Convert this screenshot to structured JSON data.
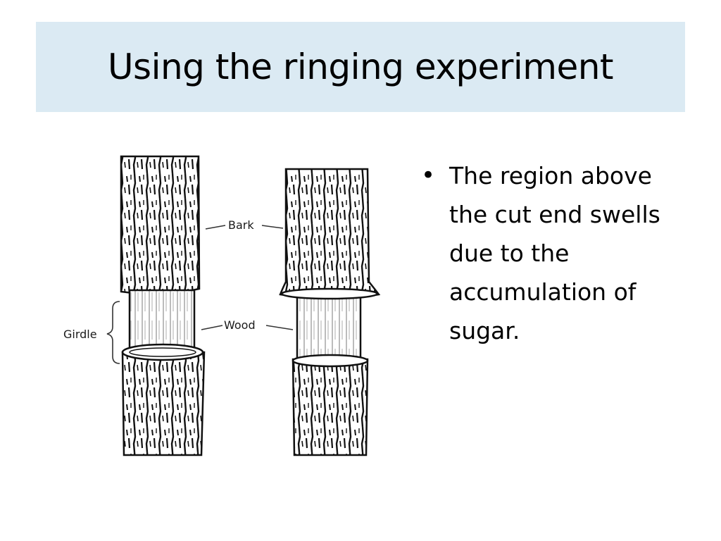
{
  "slide": {
    "title": "Using the ringing experiment",
    "diagram": {
      "labels": {
        "bark": "Bark",
        "wood": "Wood",
        "girdle": "Girdle"
      }
    },
    "bullets": [
      {
        "marker": "•",
        "text": "The region above the cut end swells  due to the accumulation of sugar."
      }
    ]
  }
}
